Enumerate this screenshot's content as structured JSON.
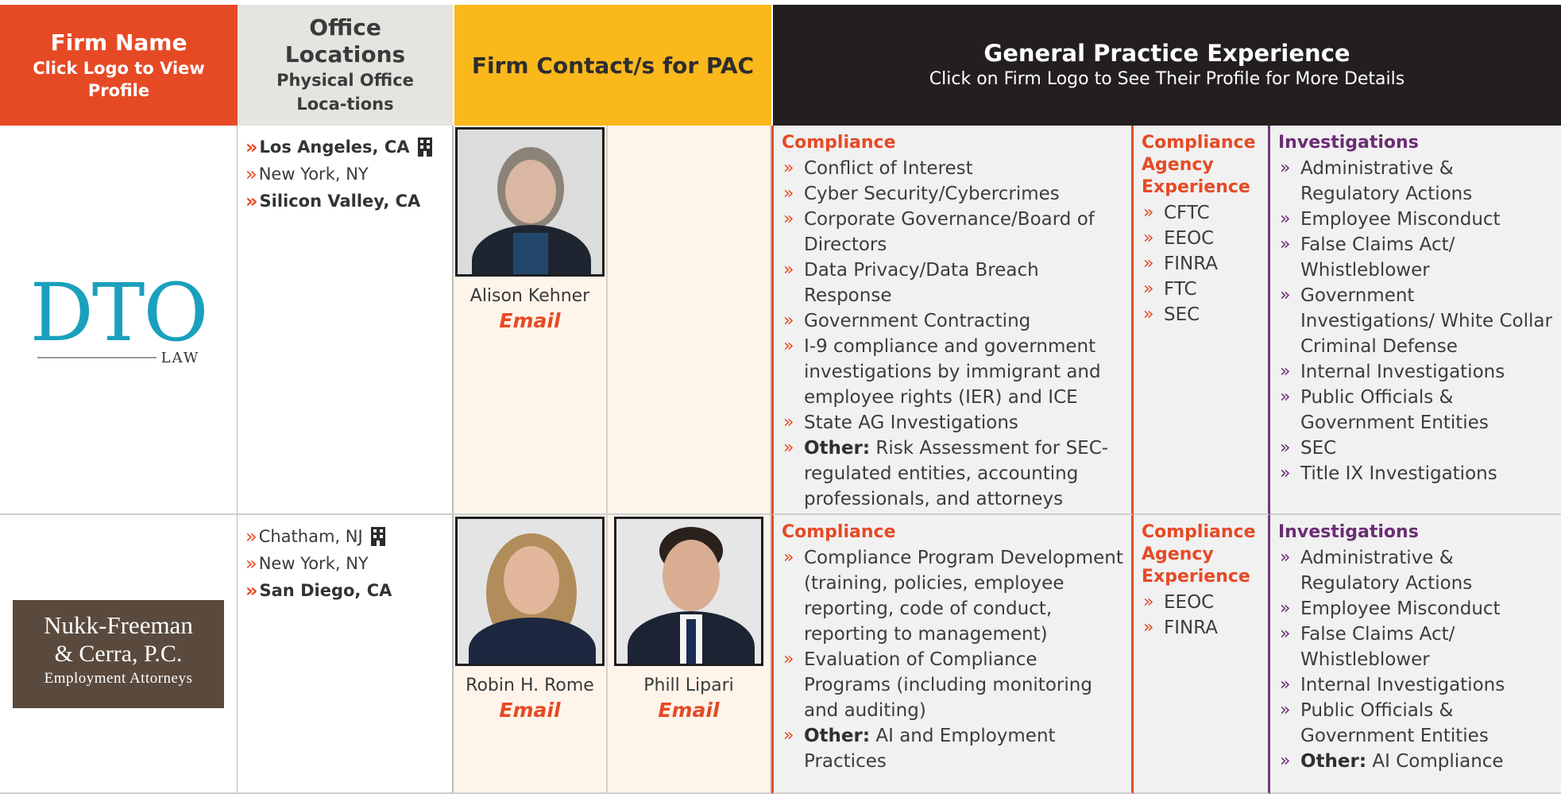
{
  "header": {
    "firm_name": "Firm Name",
    "firm_name_sub": "Click Logo to View Profile",
    "office_locations": "Office Locations",
    "office_locations_sub": "Physical Office Loca-tions",
    "firm_contacts": "Firm Contact/s for PAC",
    "general_practice": "General Practice Experience",
    "general_practice_sub": "Click on Firm Logo to See Their Profile for More Details"
  },
  "firms": [
    {
      "logo": {
        "letters": "DTO",
        "sub": "LAW"
      },
      "offices": [
        {
          "label": "Los Angeles, CA",
          "bold": true,
          "icon": "building-icon"
        },
        {
          "label": "New York, NY",
          "bold": false
        },
        {
          "label": "Silicon Valley, CA",
          "bold": true
        }
      ],
      "contacts": [
        {
          "name": "Alison Kehner",
          "email_label": "Email"
        }
      ],
      "compliance": {
        "title": "Compliance",
        "items": [
          "Conflict of Interest",
          "Cyber Security/Cybercrimes",
          "Corporate Governance/Board of Directors",
          "Data Privacy/Data Breach Response",
          "Government Contracting",
          "I-9 compliance and government investigations by immigrant and employee rights (IER) and ICE",
          "State AG Investigations"
        ],
        "other_label": "Other:",
        "other_text": " Risk Assessment for SEC-regulated entities, accounting professionals, and attorneys"
      },
      "agency": {
        "title": "Compliance Agency Experience",
        "items": [
          "CFTC",
          "EEOC",
          "FINRA",
          "FTC",
          "SEC"
        ]
      },
      "investigations": {
        "title": "Investigations",
        "items": [
          "Administrative & Regulatory Actions",
          "Employee Misconduct",
          "False Claims Act/ Whistleblower",
          "Government Investigations/ White Collar Criminal Defense",
          "Internal Investigations",
          "Public Officials & Government Entities",
          "SEC",
          "Title IX Investigations"
        ]
      }
    },
    {
      "logo": {
        "line1": "Nukk-Freeman",
        "line2": "& Cerra, P.C.",
        "line3": "Employment Attorneys"
      },
      "offices": [
        {
          "label": "Chatham, NJ",
          "bold": false,
          "icon": "building-icon"
        },
        {
          "label": "New York, NY",
          "bold": false
        },
        {
          "label": "San Diego, CA",
          "bold": true
        }
      ],
      "contacts": [
        {
          "name": "Robin H. Rome",
          "email_label": "Email"
        },
        {
          "name": "Phill Lipari",
          "email_label": "Email"
        }
      ],
      "compliance": {
        "title": "Compliance",
        "items": [
          "Compliance Program Development (training, policies, employee reporting, code of conduct, reporting to management)",
          "Evaluation of Compliance Programs (including monitoring and auditing)"
        ],
        "other_label": "Other:",
        "other_text": " AI and Employment Practices"
      },
      "agency": {
        "title": "Compliance Agency Experience",
        "items": [
          "EEOC",
          "FINRA"
        ]
      },
      "investigations": {
        "title": "Investigations",
        "items": [
          "Administrative & Regulatory Actions",
          "Employee Misconduct",
          "False Claims Act/ Whistleblower",
          "Internal Investigations",
          "Public Officials & Government Entities"
        ],
        "other_label": "Other:",
        "other_text": " AI Compliance"
      }
    }
  ]
}
